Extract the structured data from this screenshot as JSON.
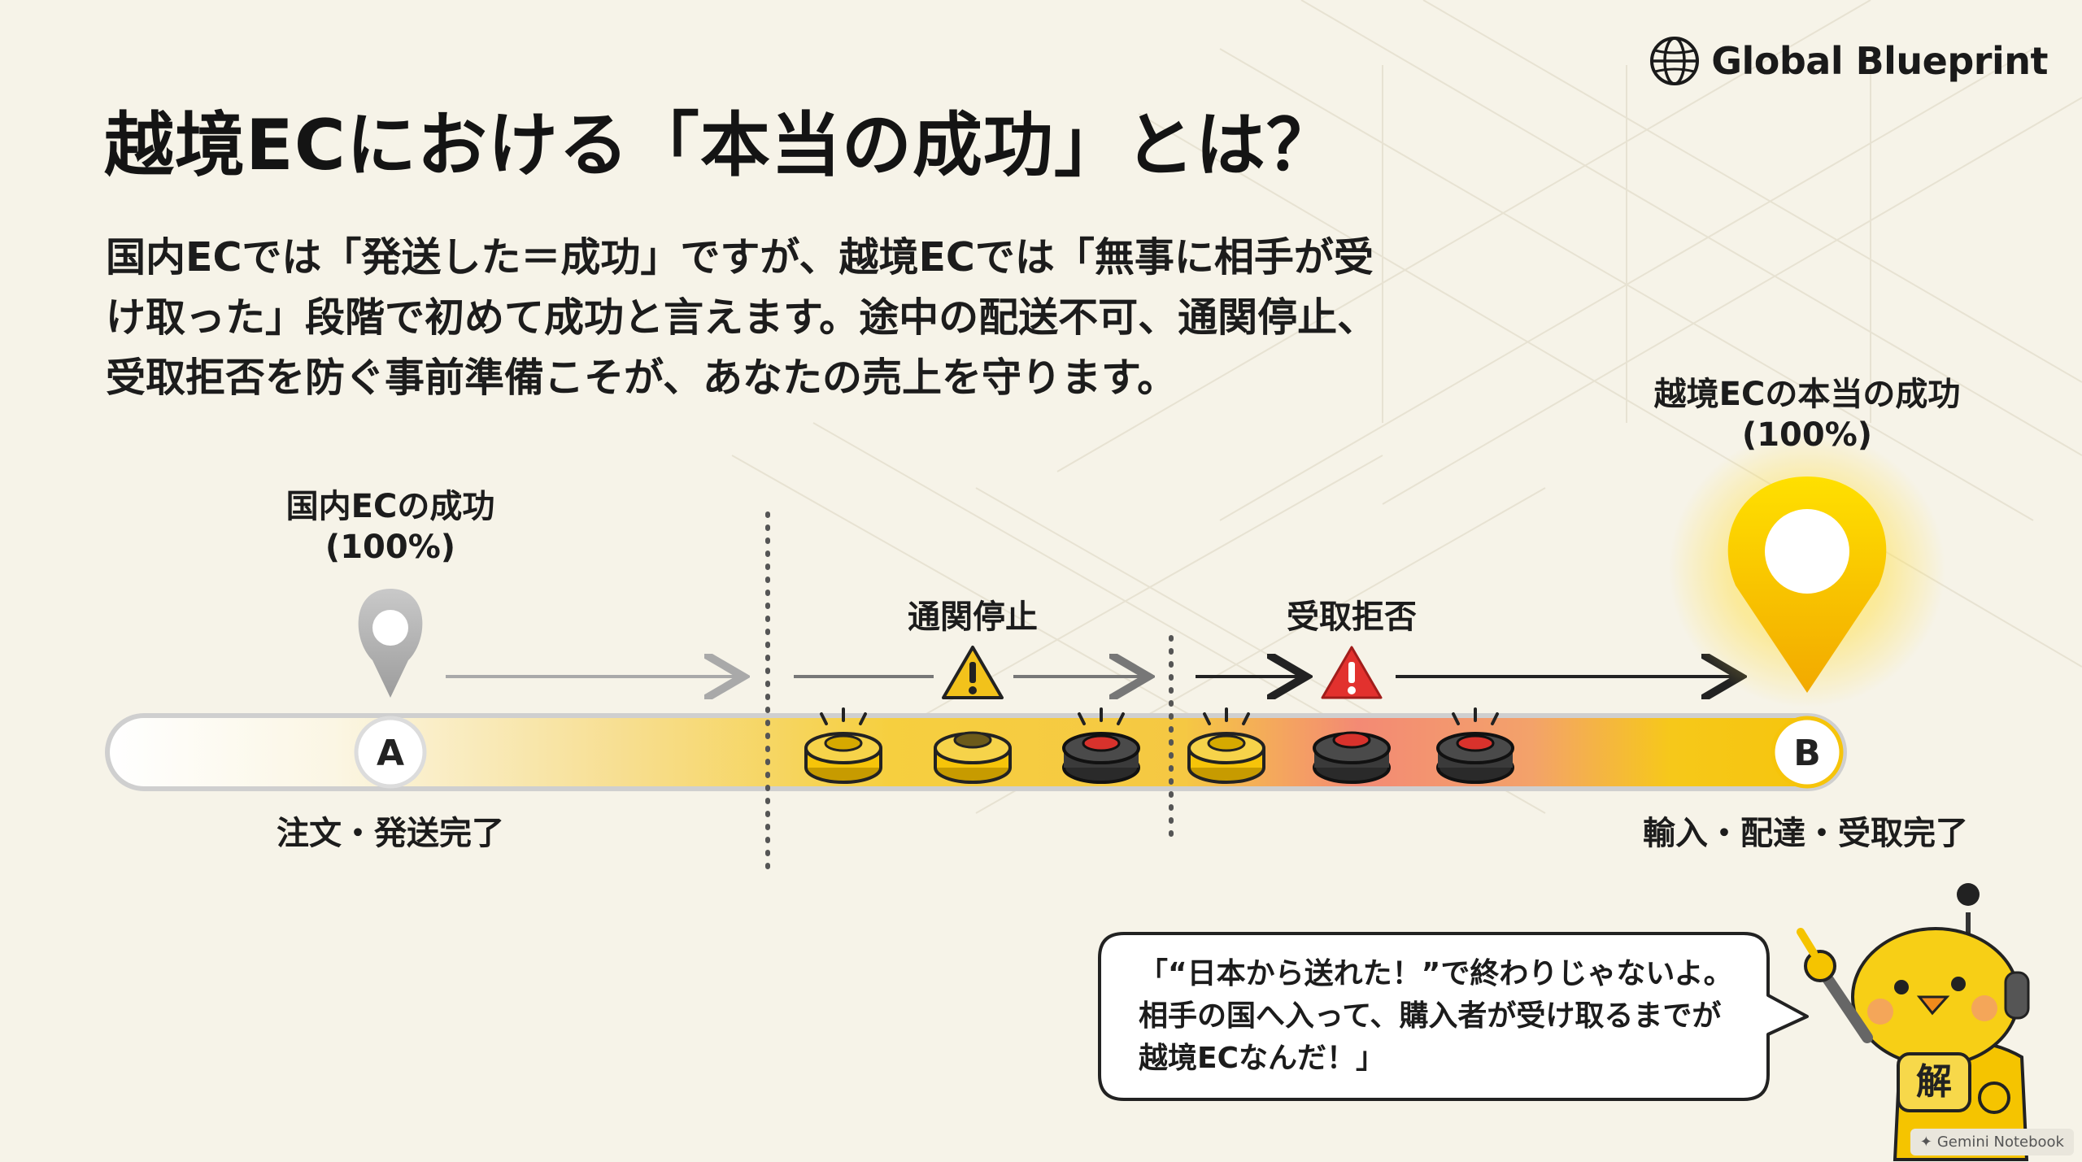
{
  "brand": {
    "name": "Global Blueprint",
    "icon": "globe-icon"
  },
  "title": "越境ECにおける「本当の成功」とは？",
  "lead": [
    "国内ECでは「発送した＝成功」ですが、越境ECでは「無事に相手が受",
    "け取った」段階で初めて成功と言えます。途中の配送不可、通関停止、",
    "受取拒否を防ぐ事前準備こそが、あなたの売上を守ります。"
  ],
  "timeline": {
    "start": {
      "marker": "A",
      "title": "国内ECの成功",
      "percent": "(100%)",
      "caption": "注文・発送完了"
    },
    "end": {
      "marker": "B",
      "title": "越境ECの本当の成功",
      "percent": "(100%)",
      "caption": "輸入・配達・受取完了"
    },
    "hazards": [
      {
        "label": "通関停止",
        "icon": "warning-icon",
        "color": "#f2c21b"
      },
      {
        "label": "受取拒否",
        "icon": "alert-icon",
        "color": "#e2312e"
      }
    ],
    "buttons": [
      {
        "type": "yellow-pressed"
      },
      {
        "type": "yellow"
      },
      {
        "type": "red-pressed"
      },
      {
        "type": "yellow-pressed"
      },
      {
        "type": "red"
      },
      {
        "type": "red-pressed"
      }
    ],
    "colors": {
      "track": "#f6c90e",
      "danger": "#f06a6a",
      "start_pin": "#b9b9b9",
      "end_pin": "#f7c600"
    }
  },
  "mascot": {
    "badge": "解",
    "speech": [
      "「“日本から送れた！”で終わりじゃないよ。",
      "相手の国へ入って、購入者が受け取るまでが",
      "越境ECなんだ！」"
    ]
  },
  "watermark": "Gemini Notebook"
}
